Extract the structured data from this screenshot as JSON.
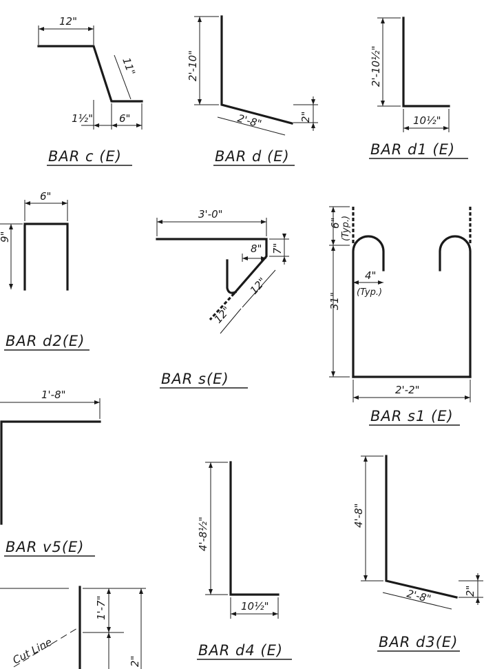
{
  "bars": {
    "c": {
      "title": "BAR c (E)",
      "dims": [
        "12\"",
        "11\"",
        "1½\"",
        "6\""
      ]
    },
    "d": {
      "title": "BAR d (E)",
      "dims": [
        "2'-10\"",
        "2'-8\"",
        "2\""
      ]
    },
    "d1": {
      "title": "BAR d1 (E)",
      "dims": [
        "2'-10½\"",
        "10½\""
      ]
    },
    "d2": {
      "title": "BAR d2(E)",
      "dims": [
        "6\"",
        "9\""
      ]
    },
    "s": {
      "title": "BAR s(E)",
      "dims": [
        "3'-0\"",
        "8\"",
        "7\"",
        "12\"",
        "12\""
      ]
    },
    "s1": {
      "title": "BAR s1 (E)",
      "dims": [
        "6\"",
        "(Typ.)",
        "31\"",
        "4\"",
        "(Typ.)",
        "2'-2\""
      ]
    },
    "v5": {
      "title": "BAR v5(E)",
      "dims": [
        "1'-8\""
      ]
    },
    "d4": {
      "title": "BAR d4 (E)",
      "dims": [
        "4'-8½\"",
        "10½\""
      ]
    },
    "d3": {
      "title": "BAR d3(E)",
      "dims": [
        "4'-8\"",
        "2'-8\"",
        "2\""
      ]
    },
    "partial": {
      "label": "Cut Line",
      "dims": [
        "1'-7\"",
        "2\""
      ]
    }
  }
}
